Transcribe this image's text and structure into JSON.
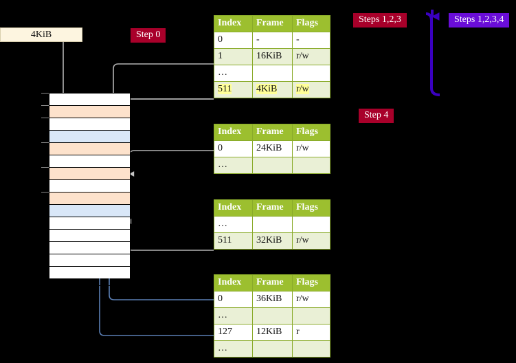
{
  "diagram": {
    "title_hidden": "",
    "colors": {
      "background": "#000000",
      "table_header": "#9cbf2f",
      "table_alt_row": "#eaf0d6",
      "highlight": "#ffff99",
      "badge_red": "#a8002a",
      "badge_violet": "#6a0dd8",
      "memory_peach": "#fde2cc",
      "memory_blue": "#d9e7f8",
      "kib_box": "#fdf5e0",
      "gray_wire": "#b3b3b3",
      "blue_wire": "#5b7fb4",
      "violet_wire": "#4b00c8"
    }
  },
  "kib_box": {
    "label": "4KiB"
  },
  "badges": [
    {
      "id": "step0",
      "label": "Step 0",
      "color": "#a8002a"
    },
    {
      "id": "steps123",
      "label": "Steps 1,2,3",
      "color": "#a8002a"
    },
    {
      "id": "steps1234",
      "label": "Steps 1,2,3,4",
      "color": "#6a0dd8"
    },
    {
      "id": "step4",
      "label": "Step 4",
      "color": "#a8002a"
    }
  ],
  "memory": {
    "rows": [
      {
        "index": 0,
        "fill": "white"
      },
      {
        "index": 1,
        "fill": "peach"
      },
      {
        "index": 2,
        "fill": "white"
      },
      {
        "index": 3,
        "fill": "blue"
      },
      {
        "index": 4,
        "fill": "peach"
      },
      {
        "index": 5,
        "fill": "white"
      },
      {
        "index": 6,
        "fill": "peach"
      },
      {
        "index": 7,
        "fill": "white"
      },
      {
        "index": 8,
        "fill": "peach"
      },
      {
        "index": 9,
        "fill": "blue"
      },
      {
        "index": 10,
        "fill": "white"
      },
      {
        "index": 11,
        "fill": "white"
      },
      {
        "index": 12,
        "fill": "white"
      },
      {
        "index": 13,
        "fill": "white"
      },
      {
        "index": 14,
        "fill": "white"
      }
    ]
  },
  "tables": {
    "headers": {
      "index": "Index",
      "frame": "Frame",
      "flags": "Flags"
    },
    "t0": {
      "rows": [
        {
          "index": "0",
          "frame": "-",
          "flags": "-",
          "alt": false,
          "hl": false
        },
        {
          "index": "1",
          "frame": "16KiB",
          "flags": "r/w",
          "alt": true,
          "hl": false
        },
        {
          "index": "…",
          "frame": "",
          "flags": "",
          "alt": false,
          "hl": false
        },
        {
          "index": "511",
          "frame": "4KiB",
          "flags": "r/w",
          "alt": true,
          "hl": true
        }
      ]
    },
    "t1": {
      "rows": [
        {
          "index": "0",
          "frame": "24KiB",
          "flags": "r/w",
          "alt": false,
          "hl": false
        },
        {
          "index": "…",
          "frame": "",
          "flags": "",
          "alt": true,
          "hl": false
        }
      ]
    },
    "t2": {
      "rows": [
        {
          "index": "…",
          "frame": "",
          "flags": "",
          "alt": false,
          "hl": false
        },
        {
          "index": "511",
          "frame": "32KiB",
          "flags": "r/w",
          "alt": true,
          "hl": false
        }
      ]
    },
    "t3": {
      "rows": [
        {
          "index": "0",
          "frame": "36KiB",
          "flags": "r/w",
          "alt": false,
          "hl": false
        },
        {
          "index": "…",
          "frame": "",
          "flags": "",
          "alt": true,
          "hl": false
        },
        {
          "index": "127",
          "frame": "12KiB",
          "flags": "r",
          "alt": false,
          "hl": false
        },
        {
          "index": "…",
          "frame": "",
          "flags": "",
          "alt": true,
          "hl": false
        }
      ]
    }
  }
}
